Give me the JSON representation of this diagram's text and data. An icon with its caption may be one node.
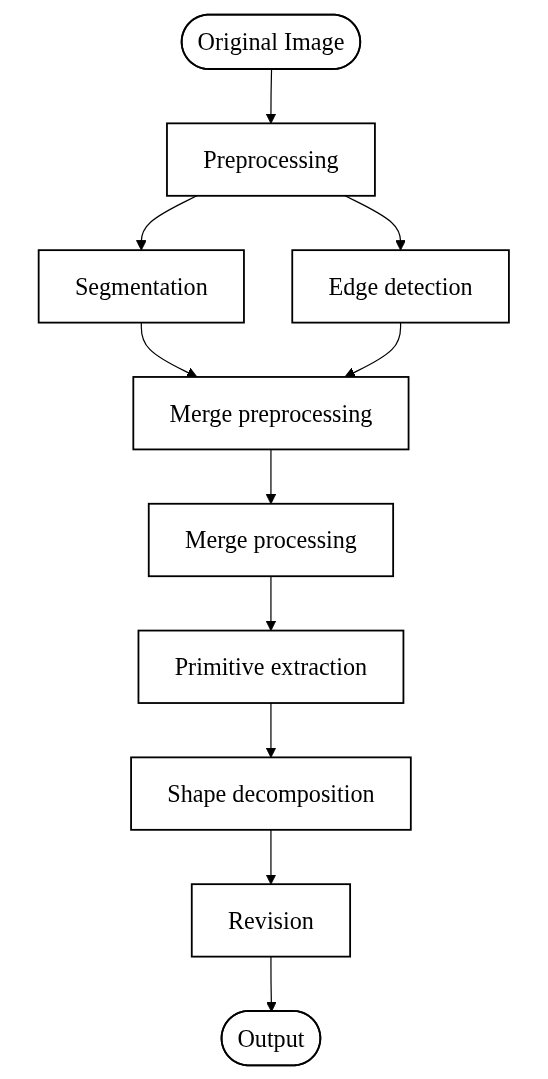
{
  "diagram": {
    "nodes": [
      {
        "text": [
          "Original Image"
        ]
      },
      {
        "text": [
          "Preprocessing"
        ]
      },
      {
        "text": [
          "Segmentation"
        ]
      },
      {
        "text": [
          "Edge detection"
        ]
      },
      {
        "text": [
          "Merge preprocessing"
        ]
      },
      {
        "text": [
          "Merge processing"
        ]
      },
      {
        "text": [
          "Primitive extraction"
        ]
      },
      {
        "text": [
          "Shape decomposition"
        ]
      },
      {
        "text": [
          "Revision"
        ]
      },
      {
        "text": [
          "Output"
        ]
      }
    ],
    "edges": [
      {
        "from": 0,
        "to": 1,
        "arrow": "to"
      },
      {
        "from": 1,
        "to": 2,
        "arrow": "to"
      },
      {
        "from": 1,
        "to": 3,
        "arrow": "to"
      },
      {
        "from": 2,
        "to": 4,
        "arrow": "to"
      },
      {
        "from": 3,
        "to": 4,
        "arrow": "to"
      },
      {
        "from": 4,
        "to": 5,
        "arrow": "to"
      },
      {
        "from": 5,
        "to": 6,
        "arrow": "to"
      },
      {
        "from": 6,
        "to": 7,
        "arrow": "to"
      },
      {
        "from": 7,
        "to": 8,
        "arrow": "to"
      },
      {
        "from": 8,
        "to": 9,
        "arrow": "to"
      }
    ]
  }
}
